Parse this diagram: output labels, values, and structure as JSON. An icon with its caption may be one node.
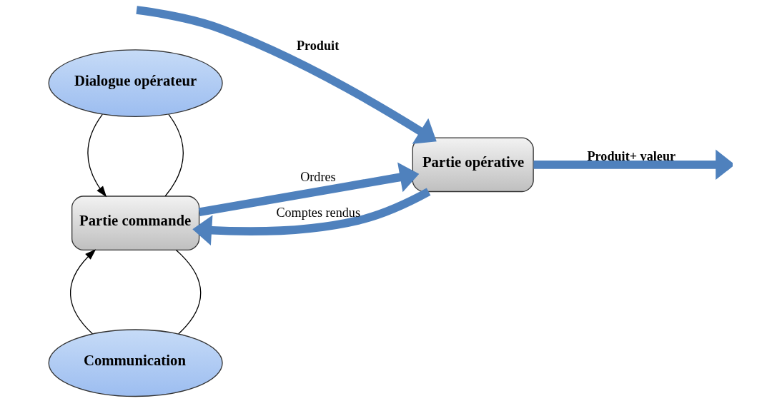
{
  "diagram": {
    "nodes": [
      {
        "text": [
          "Communication"
        ]
      },
      {
        "text": [
          "Partie commande"
        ]
      },
      {
        "text": [
          "Dialogue opérateur"
        ]
      },
      {
        "text": [
          "Partie opérative"
        ]
      }
    ],
    "edges": [
      {
        "from": 1,
        "to": 0,
        "arrow": "none"
      },
      {
        "from": 0,
        "to": 1,
        "arrow": "to"
      },
      {
        "from": 1,
        "to": 2,
        "arrow": "none"
      },
      {
        "from": 2,
        "to": 1,
        "arrow": "to"
      },
      {
        "from": 1,
        "to": 3,
        "arrow": "to",
        "label": "Ordres",
        "style": "thick",
        "color": "#4f81bd"
      },
      {
        "from": 3,
        "to": 1,
        "arrow": "to",
        "label": "Comptes rendus",
        "style": "thick",
        "color": "#4f81bd"
      },
      {
        "from": null,
        "to": 3,
        "arrow": "to",
        "label": "Produit",
        "style": "thick",
        "color": "#4f81bd"
      },
      {
        "from": 3,
        "to": null,
        "arrow": "to",
        "label": "Produit+ valeur",
        "style": "thick",
        "color": "#4f81bd"
      }
    ]
  }
}
